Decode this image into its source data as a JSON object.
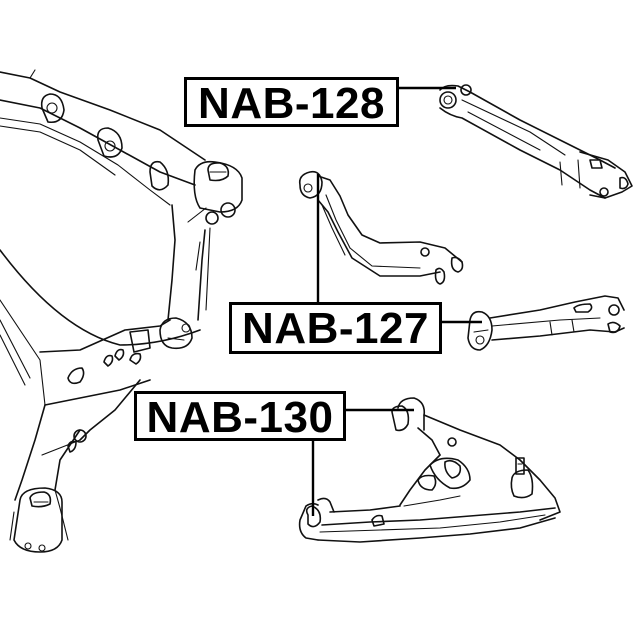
{
  "diagram": {
    "type": "exploded-parts-diagram",
    "subject": "rear suspension subframe with control arms",
    "background": "#ffffff",
    "line_color": "#111111",
    "callouts": [
      {
        "id": "nab-128",
        "label": "NAB-128",
        "points_to": "upper trailing arm (top right) bushing"
      },
      {
        "id": "nab-127",
        "label": "NAB-127",
        "points_to": "curved upper arm bushing and straight lower link bushing"
      },
      {
        "id": "nab-130",
        "label": "NAB-130",
        "points_to": "lower A-arm front and rear bushings"
      }
    ]
  }
}
